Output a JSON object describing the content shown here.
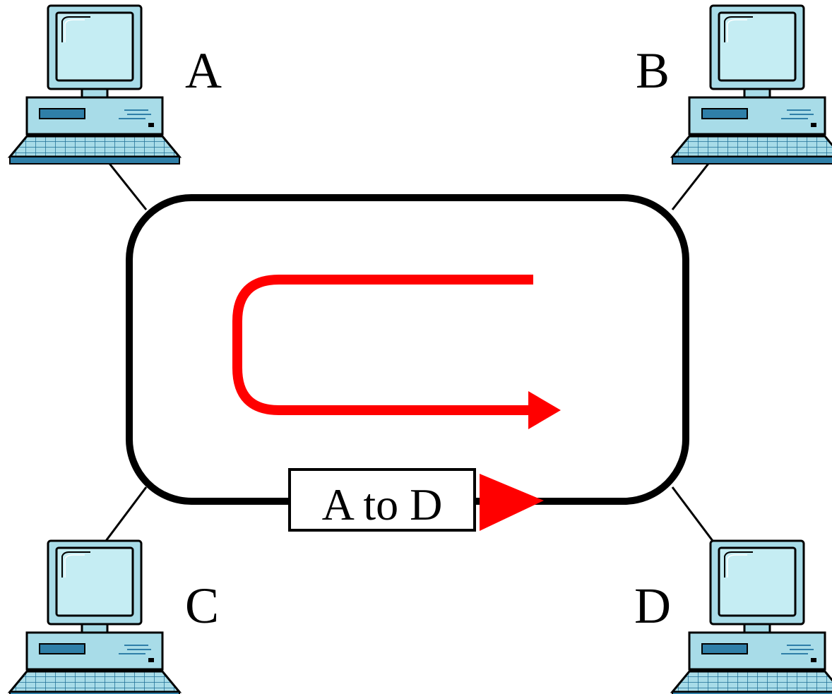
{
  "diagram": {
    "nodes": [
      {
        "id": "A",
        "label": "A",
        "icon": "desktop-computer-icon"
      },
      {
        "id": "B",
        "label": "B",
        "icon": "desktop-computer-icon"
      },
      {
        "id": "C",
        "label": "C",
        "icon": "desktop-computer-icon"
      },
      {
        "id": "D",
        "label": "D",
        "icon": "desktop-computer-icon"
      }
    ],
    "ring": {
      "color": "#000000"
    },
    "packet": {
      "label": "A to D",
      "from": "A",
      "to": "D",
      "arrow_color": "#ff0000"
    },
    "circulation_arrow": {
      "color": "#ff0000",
      "shape": "u-turn"
    },
    "colors": {
      "monitor_body": "#a8dce8",
      "monitor_screen": "#c5edf3",
      "computer_body": "#a8dce8",
      "drive_slot": "#2f7fa8",
      "keyboard_edge": "#1f6f96",
      "outline": "#000000"
    }
  }
}
